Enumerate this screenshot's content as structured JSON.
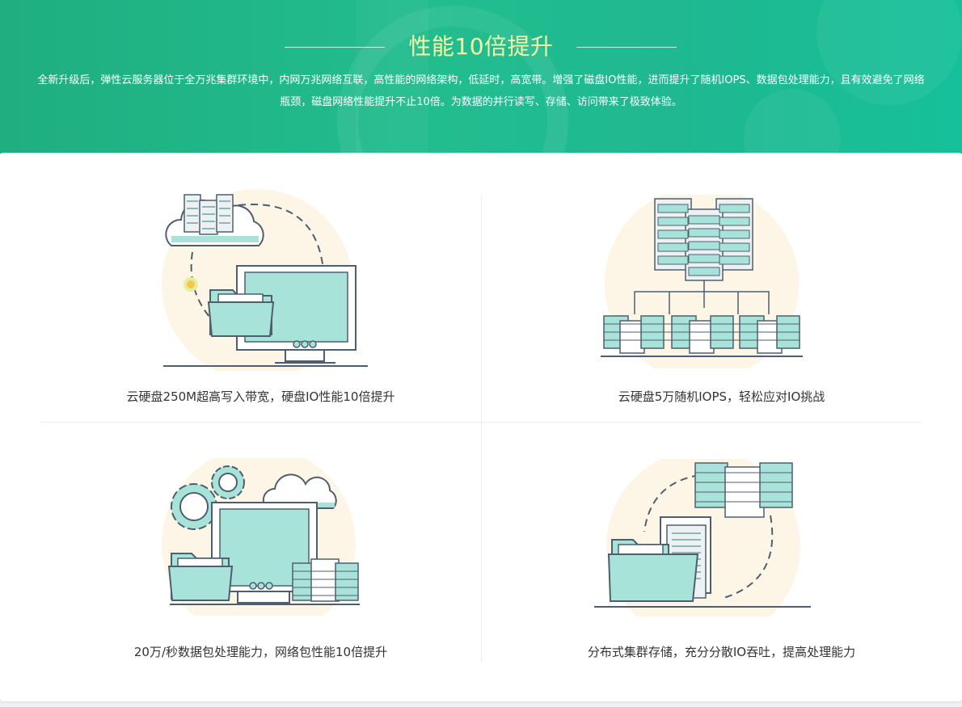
{
  "banner": {
    "title": "性能10倍提升",
    "desc_line1": "全新升级后，弹性云服务器位于全万兆集群环境中，内网万兆网络互联，高性能的网络架构，低延时，高宽带。增强了磁盘IO性能，进而提升了随机IOPS、数据包处理能力，且有效避免了网络",
    "desc_line2": "瓶颈，磁盘网络性能提升不止10倍。为数据的并行读写、存储、访问带来了极致体验。"
  },
  "features": [
    {
      "caption": "云硬盘250M超高写入带宽，硬盘IO性能10倍提升",
      "icon": "cloud-server-monitor-folder-icon"
    },
    {
      "caption": "云硬盘5万随机IOPS，轻松应对IO挑战",
      "icon": "server-tree-databases-icon"
    },
    {
      "caption": "20万/秒数据包处理能力，网络包性能10倍提升",
      "icon": "gears-monitor-database-icon"
    },
    {
      "caption": "分布式集群存储，充分分散IO吞吐，提高处理能力",
      "icon": "distributed-storage-folder-icon"
    }
  ],
  "colors": {
    "banner": "#1fb589",
    "title": "#f6f7a6",
    "teal_fill": "#a8e3d9",
    "line": "#4f5e6e",
    "blob": "#fdf6e6"
  }
}
